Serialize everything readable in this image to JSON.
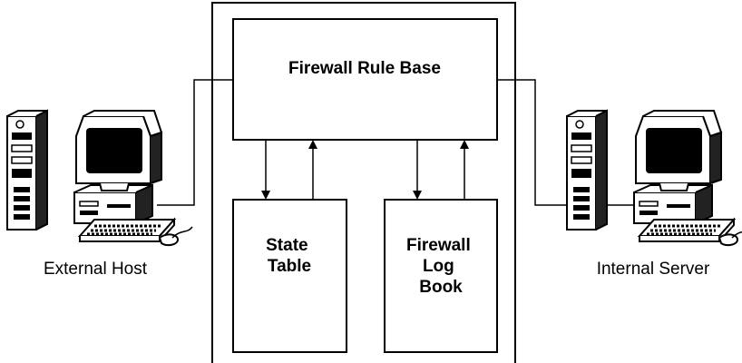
{
  "diagram": {
    "rule_base": {
      "label": "Firewall Rule Base"
    },
    "state_table": {
      "label_lines": [
        "State",
        "Table"
      ]
    },
    "log_book": {
      "label_lines": [
        "Firewall",
        "Log",
        "Book"
      ]
    },
    "external_host": {
      "label": "External Host",
      "icon": "desktop-computer-icon"
    },
    "internal_server": {
      "label": "Internal Server",
      "icon": "desktop-computer-icon"
    }
  }
}
